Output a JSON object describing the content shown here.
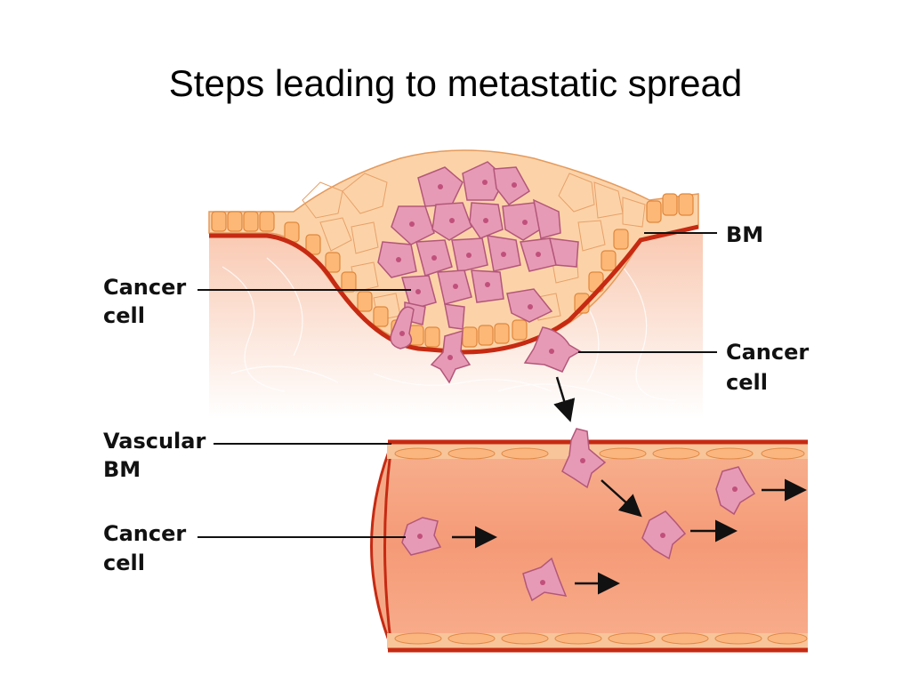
{
  "slide": {
    "title": "Steps leading to metastatic spread"
  },
  "labels": {
    "bm": "BM",
    "cancer_cell_top_left": [
      "Cancer",
      "cell"
    ],
    "cancer_cell_right": [
      "Cancer",
      "cell"
    ],
    "vascular_bm": [
      "Vascular",
      "BM"
    ],
    "cancer_cell_bottom_left": [
      "Cancer",
      "cell"
    ]
  },
  "colors": {
    "stroma": "#fbd9c6",
    "epithelium": "#fcd3a8",
    "basement_membrane": "#c62a12",
    "cancer_cell": "#e79ab5",
    "cancer_cell_border": "#b3577a",
    "vessel_lumen": "#f6a07e",
    "vessel_wall": "#f8c59a"
  }
}
